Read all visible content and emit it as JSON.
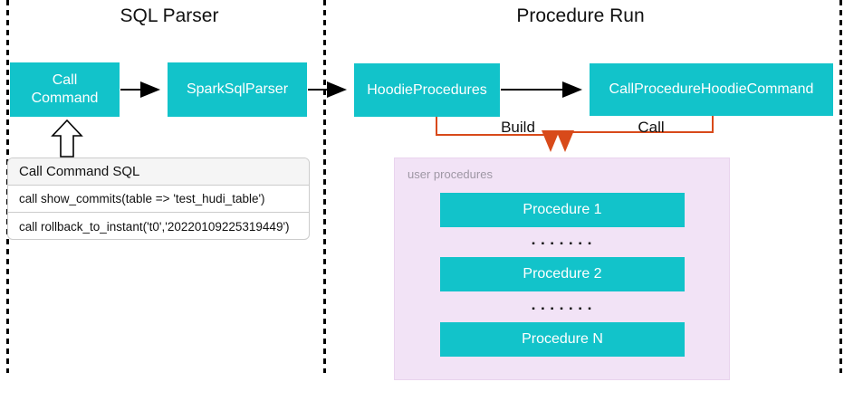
{
  "sections": {
    "sql_parser": {
      "title": "SQL Parser"
    },
    "procedure_run": {
      "title": "Procedure Run"
    }
  },
  "nodes": {
    "call_command": "Call\nCommand",
    "spark_sql_parser": "SparkSqlParser",
    "hoodie_procedures": "HoodieProcedures",
    "call_procedure_hoodie_command": "CallProcedureHoodieCommand"
  },
  "edge_labels": {
    "build": "Build",
    "call": "Call"
  },
  "sql_panel": {
    "title": "Call Command SQL",
    "rows": [
      "call show_commits(table => 'test_hudi_table')",
      "call rollback_to_instant('t0','20220109225319449')"
    ]
  },
  "user_procedures": {
    "label": "user procedures",
    "items": [
      "Procedure 1",
      "Procedure 2",
      "Procedure N"
    ],
    "ellipsis": "▪ ▪ ▪ ▪ ▪ ▪ ▪"
  },
  "colors": {
    "teal": "#12c3ca",
    "orange": "#d84a1a",
    "lavender": "#f2e3f6",
    "lavender_border": "#e9d4ee",
    "panel_border": "#cccccc",
    "panel_header_bg": "#f5f5f5",
    "gray_text": "#9e97a4",
    "line_black": "#000000"
  }
}
